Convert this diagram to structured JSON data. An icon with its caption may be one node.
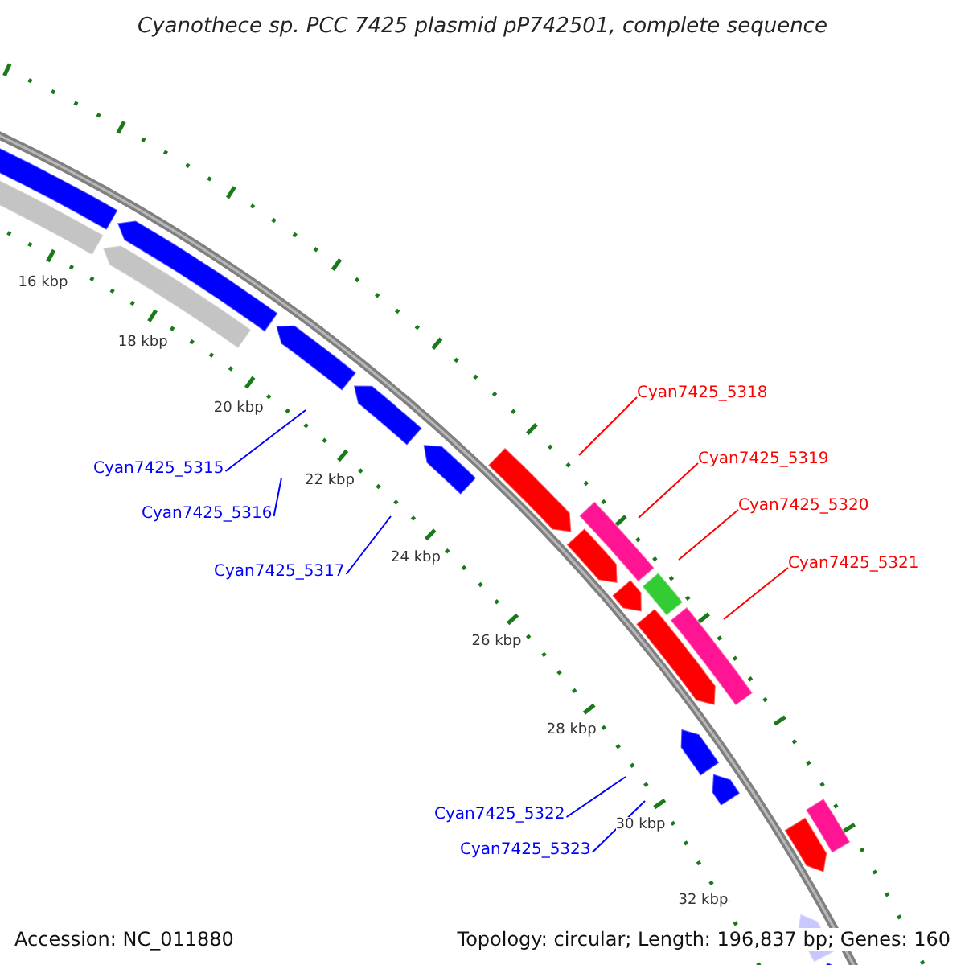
{
  "diagram": {
    "title": "Cyanothece sp. PCC 7425 plasmid pP742501, complete sequence",
    "nodes": [
      {
        "text": [
          "Cyan7425_5315"
        ]
      },
      {
        "text": [
          "Cyan7425_5316"
        ]
      },
      {
        "text": [
          "Cyan7425_5317"
        ]
      },
      {
        "text": [
          "Cyan7425_5318"
        ]
      },
      {
        "text": [
          "Cyan7425_5319"
        ]
      },
      {
        "text": [
          "Cyan7425_5320"
        ]
      },
      {
        "text": [
          "Cyan7425_5321"
        ]
      },
      {
        "text": [
          "Cyan7425_5322"
        ]
      },
      {
        "text": [
          "Cyan7425_5323"
        ]
      }
    ],
    "edges": [
      {
        "from": 0,
        "to": null,
        "arrow": "none"
      },
      {
        "from": 1,
        "to": null,
        "arrow": "none"
      },
      {
        "from": 2,
        "to": null,
        "arrow": "none"
      },
      {
        "from": 3,
        "to": null,
        "arrow": "none",
        "color": "#ff0000"
      },
      {
        "from": 4,
        "to": null,
        "arrow": "none",
        "color": "#ff0000"
      },
      {
        "from": 5,
        "to": null,
        "arrow": "none",
        "color": "#ff0000"
      },
      {
        "from": 6,
        "to": null,
        "arrow": "none",
        "color": "#ff0000"
      },
      {
        "from": 7,
        "to": null,
        "arrow": "none"
      },
      {
        "from": 8,
        "to": null,
        "arrow": "none"
      }
    ],
    "labels": [
      "16 kbp",
      "18 kbp",
      "20 kbp",
      "22 kbp",
      "24 kbp",
      "26 kbp",
      "28 kbp",
      "30 kbp",
      "32 kbp",
      "Accession: NC_011880",
      "Topology: circular; Length: 196,837 bp; Genes: 160"
    ]
  }
}
